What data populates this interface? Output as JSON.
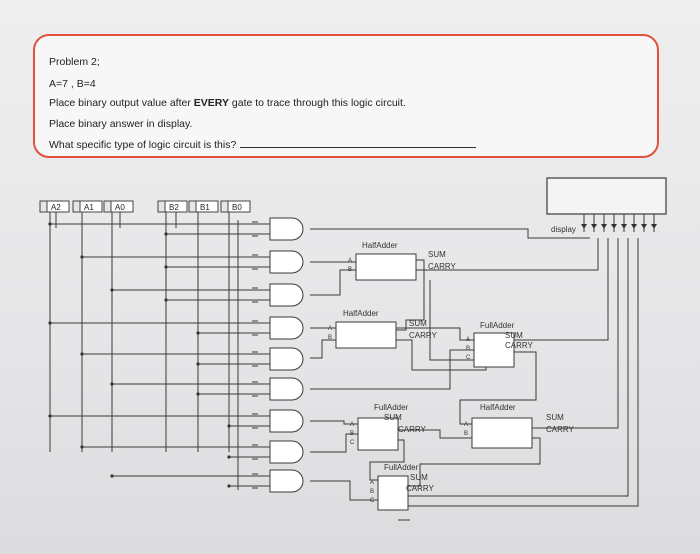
{
  "problem": {
    "title": "Problem 2;",
    "values": "A=7 , B=4",
    "instruction_prefix": "Place binary output value after ",
    "instruction_bold": "EVERY",
    "instruction_suffix": " gate to trace through this logic circuit.",
    "line3": "Place binary answer in display.",
    "question": "What specific type of logic circuit is this?"
  },
  "inputs": [
    "A2",
    "A1",
    "A0",
    "B2",
    "B1",
    "B0"
  ],
  "display": {
    "label": "display"
  },
  "gates": {
    "and_count": 9
  },
  "blocks": [
    {
      "id": "ha1",
      "name": "HalfAdder",
      "in_a": "A",
      "in_b": "B",
      "out_sum": "SUM",
      "out_carry": "CARRY"
    },
    {
      "id": "ha2",
      "name": "HalfAdder",
      "in_a": "A",
      "in_b": "B",
      "out_sum": "SUM",
      "out_carry": "CARRY"
    },
    {
      "id": "fa1",
      "name": "FullAdder",
      "in_a": "A",
      "in_b": "B",
      "in_c": "C",
      "out_sum": "SUM",
      "out_carry": "CARRY"
    },
    {
      "id": "fa2",
      "name": "FullAdder",
      "in_a": "A",
      "in_b": "B",
      "in_c": "C",
      "out_sum": "SUM",
      "out_carry": "CARRY"
    },
    {
      "id": "ha3",
      "name": "HalfAdder",
      "in_a": "A",
      "in_b": "B",
      "out_sum": "SUM",
      "out_carry": "CARRY"
    },
    {
      "id": "fa3",
      "name": "FullAdder",
      "in_a": "A",
      "in_b": "B",
      "in_c": "C",
      "out_sum": "SUM",
      "out_carry": "CARRY"
    }
  ]
}
